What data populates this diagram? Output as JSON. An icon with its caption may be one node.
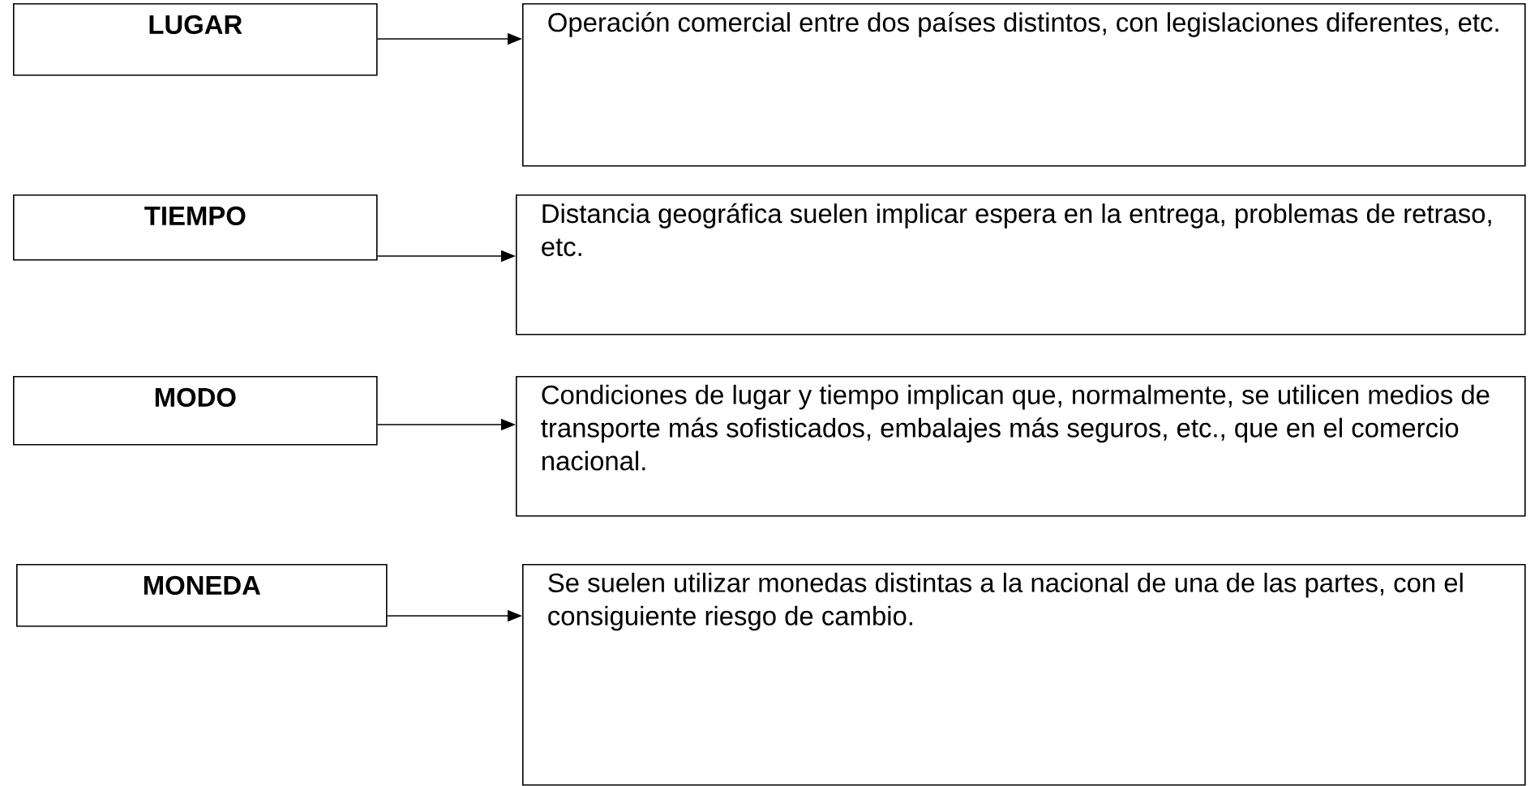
{
  "diagram": {
    "nodes": [
      {
        "text": [
          "LUGAR"
        ]
      },
      {
        "text": [
          "Operación comercial entre dos países distintos, con legislaciones diferentes, etc."
        ]
      },
      {
        "text": [
          "TIEMPO"
        ]
      },
      {
        "text": [
          "Distancia geográfica suelen implicar espera en la entrega, problemas de retraso, etc."
        ]
      },
      {
        "text": [
          "MODO"
        ]
      },
      {
        "text": [
          "Condiciones de lugar y tiempo implican que, normalmente, se utilicen medios de transporte más sofisticados, embalajes más seguros, etc., que en el comercio nacional."
        ]
      },
      {
        "text": [
          "MONEDA"
        ]
      },
      {
        "text": [
          "Se suelen utilizar monedas distintas a la nacional de una de las partes, con el consiguiente riesgo de cambio."
        ]
      }
    ],
    "edges": [
      {
        "from": 0,
        "to": 1,
        "arrow": "to"
      },
      {
        "from": 2,
        "to": 3,
        "arrow": "to"
      },
      {
        "from": 4,
        "to": 5,
        "arrow": "to"
      },
      {
        "from": 6,
        "to": 7,
        "arrow": "to"
      }
    ]
  }
}
